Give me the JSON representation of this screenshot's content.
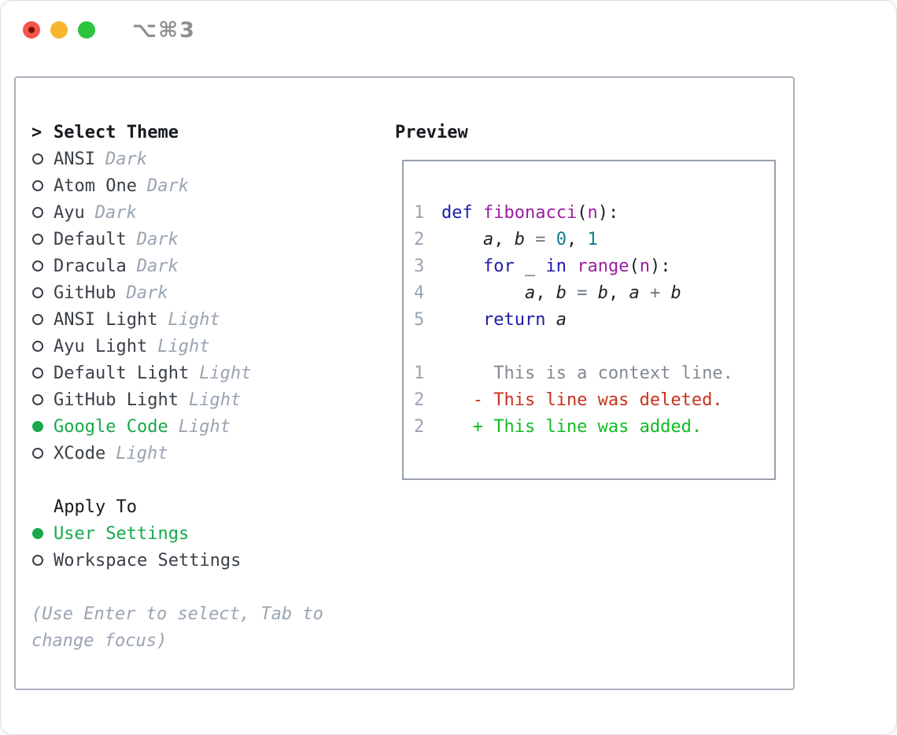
{
  "window": {
    "title": "⌥⌘3"
  },
  "colors": {
    "green": "#17A94A",
    "text": "#16191D",
    "name": "#3A4048",
    "muted": "#9AA4B2",
    "border-main": "#A9B1BC",
    "border-preview": "#98A1AC",
    "kw": "#1C1CA8",
    "fn": "#99209E",
    "num": "#0E7C8A",
    "op": "#707A84",
    "pl": "#1C2025",
    "lnum": "#9AA4B2",
    "ctx": "#838A93",
    "del": "#C5331E",
    "add": "#11BD22",
    "dot-red": "#F4554C",
    "dot-red-core": "#770D08",
    "dot-yellow": "#F6B62F",
    "dot-green": "#2BC53F",
    "title": "#8E8E93"
  },
  "select_theme": {
    "prompt": ">",
    "header": "Select Theme",
    "themes": [
      {
        "name": "ANSI",
        "variant": "Dark",
        "selected": false
      },
      {
        "name": "Atom One",
        "variant": "Dark",
        "selected": false
      },
      {
        "name": "Ayu",
        "variant": "Dark",
        "selected": false
      },
      {
        "name": "Default",
        "variant": "Dark",
        "selected": false
      },
      {
        "name": "Dracula",
        "variant": "Dark",
        "selected": false
      },
      {
        "name": "GitHub",
        "variant": "Dark",
        "selected": false
      },
      {
        "name": "ANSI Light",
        "variant": "Light",
        "selected": false
      },
      {
        "name": "Ayu Light",
        "variant": "Light",
        "selected": false
      },
      {
        "name": "Default Light",
        "variant": "Light",
        "selected": false
      },
      {
        "name": "GitHub Light",
        "variant": "Light",
        "selected": false
      },
      {
        "name": "Google Code",
        "variant": "Light",
        "selected": true
      },
      {
        "name": "XCode",
        "variant": "Light",
        "selected": false
      }
    ]
  },
  "apply_to": {
    "header": "Apply To",
    "options": [
      {
        "name": "User Settings",
        "selected": true
      },
      {
        "name": "Workspace Settings",
        "selected": false
      }
    ]
  },
  "hint": {
    "line1": "(Use Enter to select, Tab to",
    "line2": "change focus)"
  },
  "preview": {
    "header": "Preview",
    "lines": [
      {
        "num": "1",
        "tokens": [
          [
            "def",
            "kw"
          ],
          [
            " ",
            "pl"
          ],
          [
            "fibonacci",
            "fn"
          ],
          [
            "(",
            "pl"
          ],
          [
            "n",
            "fn"
          ],
          [
            "):",
            "pl"
          ]
        ]
      },
      {
        "num": "2",
        "tokens": [
          [
            "    ",
            "pl"
          ],
          [
            "a",
            "var"
          ],
          [
            ", ",
            "pl"
          ],
          [
            "b",
            "var"
          ],
          [
            " ",
            "pl"
          ],
          [
            "=",
            "op"
          ],
          [
            " ",
            "pl"
          ],
          [
            "0",
            "num"
          ],
          [
            ", ",
            "pl"
          ],
          [
            "1",
            "num"
          ]
        ]
      },
      {
        "num": "3",
        "tokens": [
          [
            "    ",
            "pl"
          ],
          [
            "for",
            "kw"
          ],
          [
            " _ ",
            "pl"
          ],
          [
            "in",
            "kw"
          ],
          [
            " ",
            "pl"
          ],
          [
            "range",
            "fn"
          ],
          [
            "(",
            "pl"
          ],
          [
            "n",
            "fn"
          ],
          [
            "):",
            "pl"
          ]
        ]
      },
      {
        "num": "4",
        "tokens": [
          [
            "        ",
            "pl"
          ],
          [
            "a",
            "var"
          ],
          [
            ", ",
            "pl"
          ],
          [
            "b",
            "var"
          ],
          [
            " ",
            "pl"
          ],
          [
            "=",
            "op"
          ],
          [
            " ",
            "pl"
          ],
          [
            "b",
            "var"
          ],
          [
            ", ",
            "pl"
          ],
          [
            "a",
            "var"
          ],
          [
            " ",
            "pl"
          ],
          [
            "+",
            "op"
          ],
          [
            " ",
            "pl"
          ],
          [
            "b",
            "var"
          ]
        ]
      },
      {
        "num": "5",
        "tokens": [
          [
            "    ",
            "pl"
          ],
          [
            "return",
            "kw"
          ],
          [
            " ",
            "pl"
          ],
          [
            "a",
            "var"
          ]
        ]
      },
      {
        "num": "",
        "tokens": []
      },
      {
        "num": "1",
        "tokens": [
          [
            "     This is a context line.",
            "ctx"
          ]
        ]
      },
      {
        "num": "2",
        "tokens": [
          [
            "   - This line was deleted.",
            "del"
          ]
        ]
      },
      {
        "num": "2",
        "tokens": [
          [
            "   + This line was added.",
            "add"
          ]
        ]
      }
    ]
  }
}
